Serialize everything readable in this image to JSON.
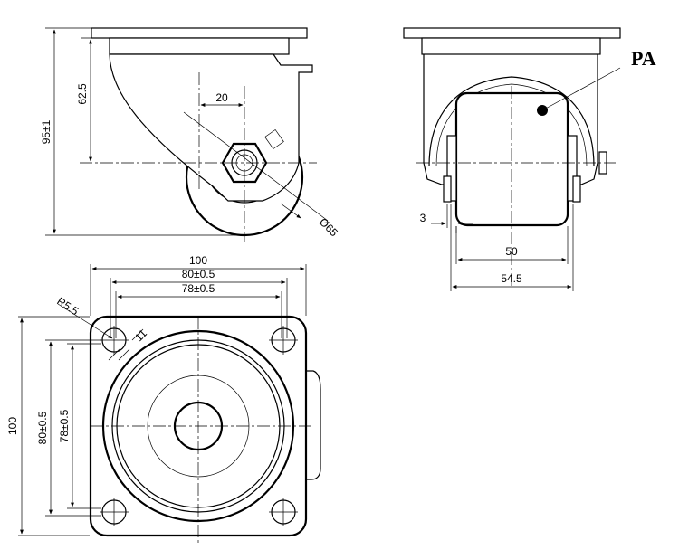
{
  "side_view": {
    "dim_height_total": "95±1",
    "dim_height_mount": "62.5",
    "dim_offset": "20",
    "dim_wheel_diameter": "Ø65"
  },
  "front_view": {
    "material_label": "PA",
    "dim_wheel_gap": "3",
    "dim_wheel_width": "50",
    "dim_overall_width": "54.5"
  },
  "top_view": {
    "dim_plate_width": "100",
    "dim_hole_spacing_x": "80±0.5",
    "dim_hole_spacing_x_alt": "78±0.5",
    "dim_corner_radius": "R5.5",
    "dim_hole_size": "11",
    "dim_plate_height": "100",
    "dim_hole_spacing_y": "80±0.5",
    "dim_hole_spacing_y_alt": "78±0.5"
  }
}
